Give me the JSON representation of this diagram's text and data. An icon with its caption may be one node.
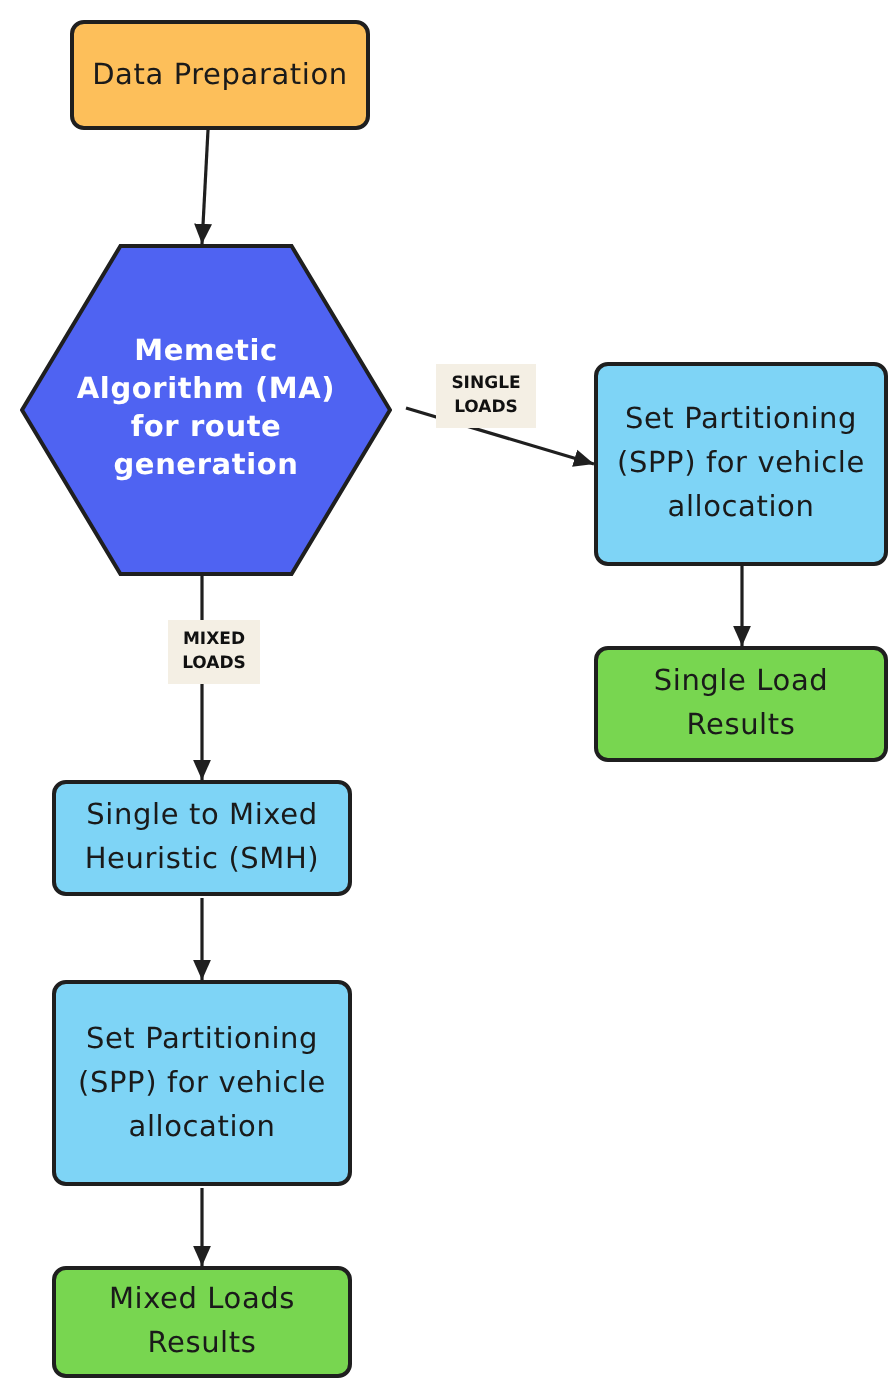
{
  "diagram": {
    "nodes": [
      {
        "text": [
          "Data Preparation"
        ]
      },
      {
        "text": [
          "Memetic Algorithm (MA) for route generation"
        ]
      },
      {
        "text": [
          "Set Partitioning (SPP) for vehicle allocation"
        ]
      },
      {
        "text": [
          "Single Load Results"
        ]
      },
      {
        "text": [
          "Single to Mixed Heuristic (SMH)"
        ]
      },
      {
        "text": [
          "Set Partitioning (SPP) for vehicle allocation"
        ]
      },
      {
        "text": [
          "Mixed Loads Results"
        ]
      }
    ],
    "edges": [
      {
        "from": 0,
        "to": 1,
        "arrow": "to"
      },
      {
        "from": 1,
        "to": 2,
        "arrow": "to",
        "label": "SINGLE LOADS"
      },
      {
        "from": 2,
        "to": 3,
        "arrow": "to"
      },
      {
        "from": 1,
        "to": 4,
        "arrow": "to",
        "label": "MIXED LOADS"
      },
      {
        "from": 4,
        "to": 5,
        "arrow": "to"
      },
      {
        "from": 5,
        "to": 6,
        "arrow": "to"
      }
    ]
  }
}
